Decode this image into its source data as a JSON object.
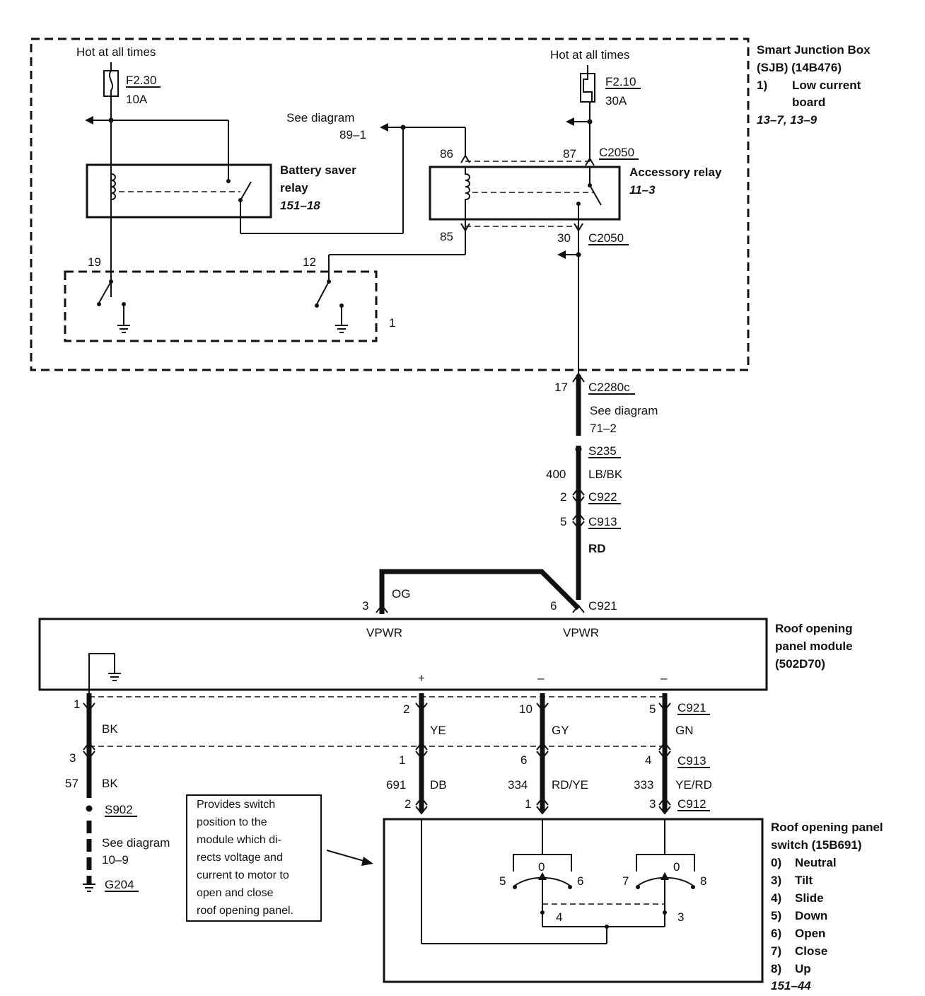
{
  "power": {
    "left_hot": "Hot at all times",
    "right_hot": "Hot at all times",
    "fuse_left_id": "F2.30",
    "fuse_left_rating": "10A",
    "fuse_right_id": "F2.10",
    "fuse_right_rating": "30A"
  },
  "sjb": {
    "line1": "Smart Junction Box",
    "line2": "(SJB) (14B476)",
    "item_num": "1)",
    "item_line1": "Low current",
    "item_line2": "board",
    "ref": "13–7, 13–9",
    "module_label": "1"
  },
  "battery_saver": {
    "line1": "Battery saver",
    "line2": "relay",
    "ref": "151–18"
  },
  "see_diagram_top": {
    "text": "See diagram",
    "ref": "89–1"
  },
  "accessory_relay": {
    "title": "Accessory relay",
    "ref": "11–3",
    "pin86": "86",
    "pin87": "87",
    "pin85": "85",
    "pin30": "30",
    "conn_top": "C2050",
    "conn_bottom": "C2050"
  },
  "switch_pins": {
    "left": "19",
    "right": "12"
  },
  "feed": {
    "pin17": "17",
    "conn_c2280c": "C2280c",
    "see_diagram": "See diagram",
    "see_ref": "71–2",
    "splice": "S235",
    "circuit": "400",
    "color": "LB/BK",
    "pin2": "2",
    "conn_c922": "C922",
    "pin5": "5",
    "conn_c913": "C913",
    "color_rd": "RD"
  },
  "module_top": {
    "og": "OG",
    "pin3": "3",
    "pin6": "6",
    "conn_c921": "C921",
    "vpwr_left": "VPWR",
    "vpwr_right": "VPWR"
  },
  "module": {
    "line1": "Roof opening",
    "line2": "panel module",
    "line3": "(502D70)",
    "sign_plus": "+",
    "sign_minus1": "–",
    "sign_minus2": "–"
  },
  "ground_branch": {
    "pin1": "1",
    "bk1": "BK",
    "pin3": "3",
    "circuit57": "57",
    "bk2": "BK",
    "splice": "S902",
    "see_diagram": "See diagram",
    "see_ref": "10–9",
    "ground": "G204"
  },
  "branches": [
    {
      "pin_top": "2",
      "color": "YE",
      "pin_mid": "1",
      "circuit": "691",
      "color2": "DB",
      "pin_bottom": "2"
    },
    {
      "pin_top": "10",
      "color": "GY",
      "pin_mid": "6",
      "circuit": "334",
      "color2": "RD/YE",
      "pin_bottom": "1"
    },
    {
      "pin_top": "5",
      "color": "GN",
      "pin_mid": "4",
      "circuit": "333",
      "color2": "YE/RD",
      "pin_bottom": "3"
    }
  ],
  "connectors": {
    "c921": "C921",
    "c913": "C913",
    "c912": "C912"
  },
  "note": [
    "Provides switch",
    "position to the",
    "module which di-",
    "rects voltage and",
    "current to motor to",
    "open and close",
    "roof opening panel."
  ],
  "switch_contacts": {
    "left": {
      "a": "5",
      "b": "0",
      "c": "6"
    },
    "right": {
      "a": "7",
      "b": "0",
      "c": "8"
    },
    "link_left": "4",
    "link_right": "3"
  },
  "roof_switch": {
    "line1": "Roof opening panel",
    "line2": "switch (15B691)",
    "items": [
      {
        "num": "0)",
        "label": "Neutral"
      },
      {
        "num": "3)",
        "label": "Tilt"
      },
      {
        "num": "4)",
        "label": "Slide"
      },
      {
        "num": "5)",
        "label": "Down"
      },
      {
        "num": "6)",
        "label": "Open"
      },
      {
        "num": "7)",
        "label": "Close"
      },
      {
        "num": "8)",
        "label": "Up"
      }
    ],
    "ref": "151–44"
  }
}
